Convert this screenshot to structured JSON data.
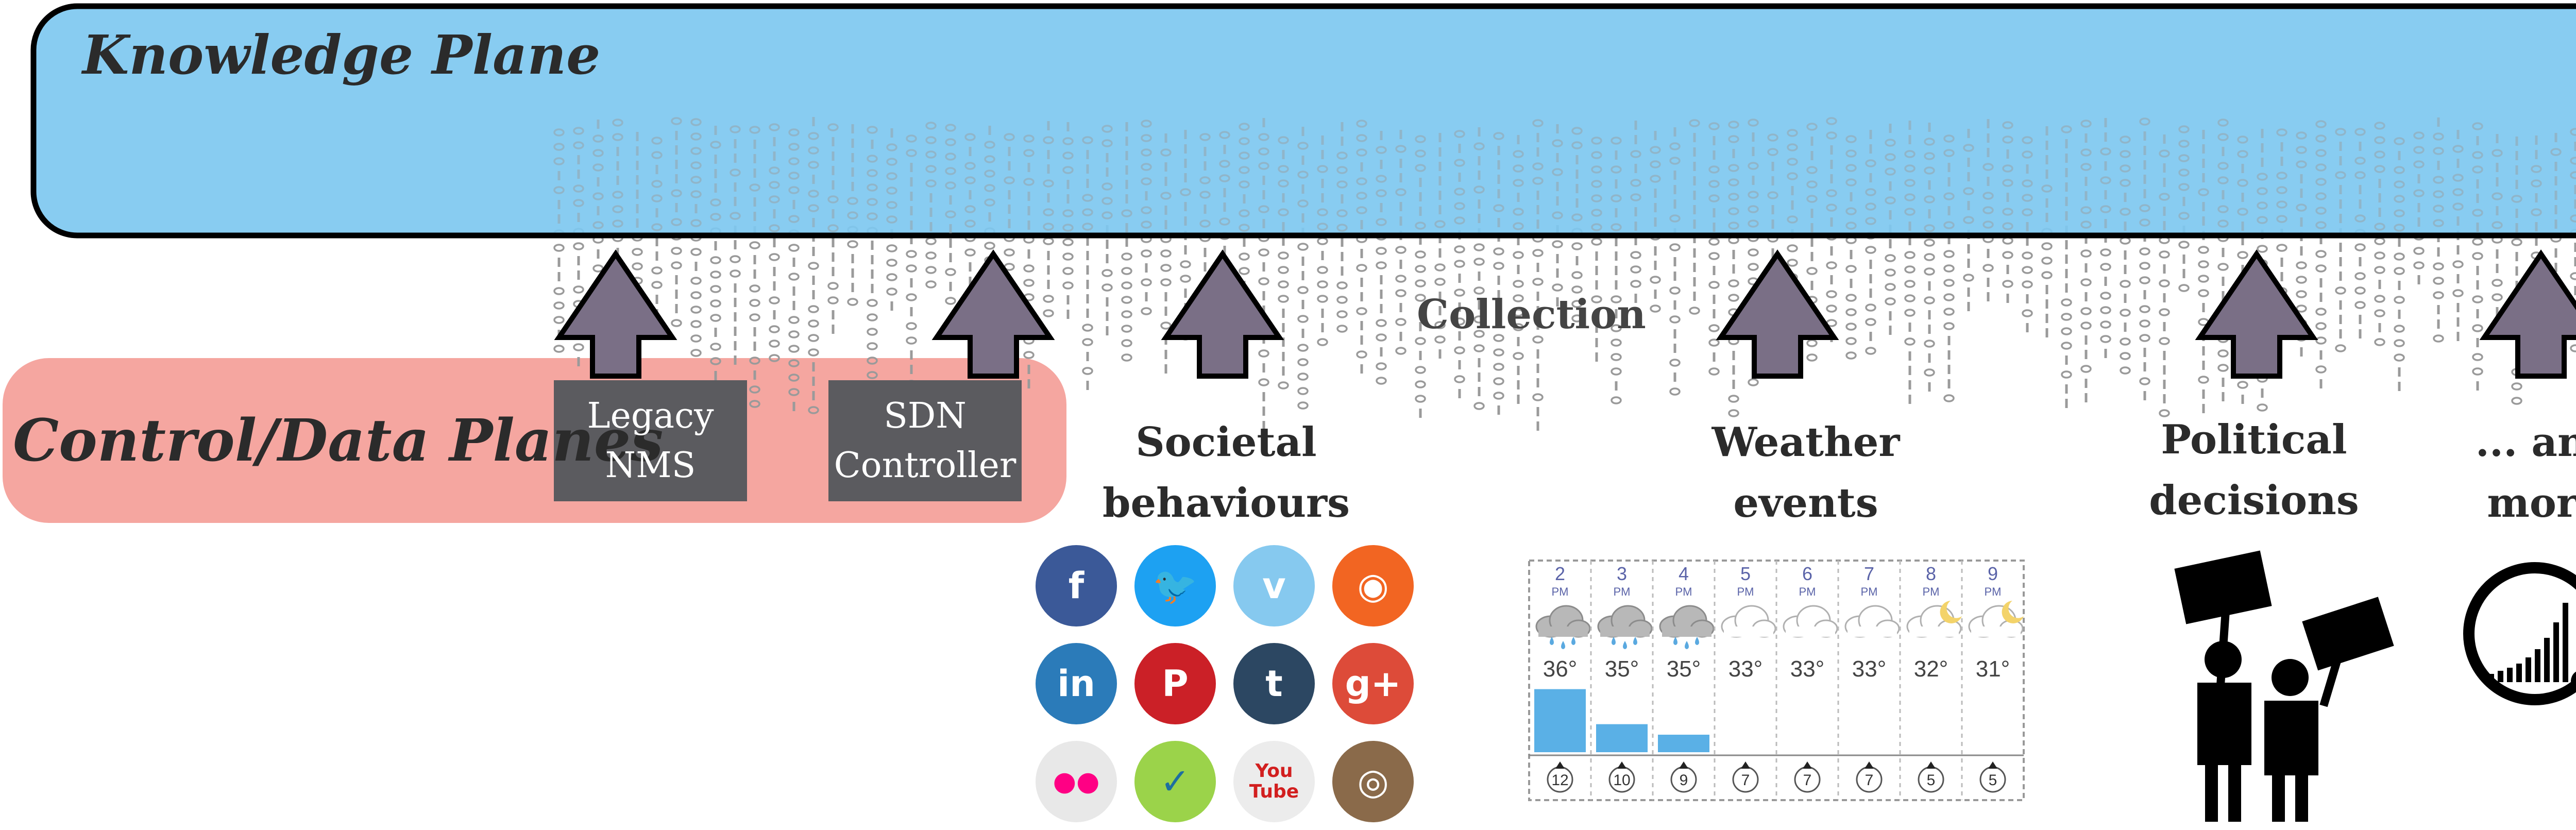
{
  "knowledge_plane": {
    "title": "Knowledge Plane",
    "color": "#7ec8f0"
  },
  "control_data_planes": {
    "title": "Control/Data Planes",
    "color": "#f5a6a0",
    "boxes": [
      {
        "line1": "Legacy",
        "line2": "NMS"
      },
      {
        "line1": "SDN",
        "line2": "Controller"
      }
    ]
  },
  "collection_label": "Collection",
  "categories": [
    {
      "line1": "Societal",
      "line2": "behaviours"
    },
    {
      "line1": "Weather",
      "line2": "events"
    },
    {
      "line1": "Political",
      "line2": "decisions"
    },
    {
      "line1": "... and",
      "line2": "more"
    }
  ],
  "social_icons": [
    {
      "name": "facebook-icon",
      "glyph": "f",
      "color": "#3b5998"
    },
    {
      "name": "twitter-icon",
      "glyph": "🐦",
      "color": "#1da1f2"
    },
    {
      "name": "vimeo-icon",
      "glyph": "v",
      "color": "#86c9ef"
    },
    {
      "name": "rss-icon",
      "glyph": "◉",
      "color": "#f26522"
    },
    {
      "name": "linkedin-icon",
      "glyph": "in",
      "color": "#2b7bb9"
    },
    {
      "name": "pinterest-icon",
      "glyph": "P",
      "color": "#cb2027"
    },
    {
      "name": "tumblr-icon",
      "glyph": "t",
      "color": "#2c4762"
    },
    {
      "name": "google-plus-icon",
      "glyph": "g+",
      "color": "#dd4b39"
    },
    {
      "name": "flickr-icon",
      "glyph": "●●",
      "color": "#e8e8e8"
    },
    {
      "name": "foursquare-icon",
      "glyph": "✓",
      "color": "#1cafec"
    },
    {
      "name": "youtube-icon",
      "glyph": "You Tube",
      "color": "#ececec"
    },
    {
      "name": "instagram-icon",
      "glyph": "◎",
      "color": "#8a6a4a"
    }
  ],
  "weather": {
    "columns": [
      {
        "hour": "2",
        "ampm": "PM",
        "icon": "rain-cloud-icon",
        "temp": "36°",
        "bar": 36,
        "wind": "12"
      },
      {
        "hour": "3",
        "ampm": "PM",
        "icon": "rain-cloud-icon",
        "temp": "35°",
        "bar": 16,
        "wind": "10"
      },
      {
        "hour": "4",
        "ampm": "PM",
        "icon": "rain-cloud-icon",
        "temp": "35°",
        "bar": 10,
        "wind": "9"
      },
      {
        "hour": "5",
        "ampm": "PM",
        "icon": "cloud-icon",
        "temp": "33°",
        "bar": 0,
        "wind": "7"
      },
      {
        "hour": "6",
        "ampm": "PM",
        "icon": "cloud-icon",
        "temp": "33°",
        "bar": 0,
        "wind": "7"
      },
      {
        "hour": "7",
        "ampm": "PM",
        "icon": "cloud-icon",
        "temp": "33°",
        "bar": 0,
        "wind": "7"
      },
      {
        "hour": "8",
        "ampm": "PM",
        "icon": "moon-cloud-icon",
        "temp": "32°",
        "bar": 0,
        "wind": "5"
      },
      {
        "hour": "9",
        "ampm": "PM",
        "icon": "moon-cloud-icon",
        "temp": "31°",
        "bar": 0,
        "wind": "5"
      }
    ]
  },
  "other_icons": {
    "protest": "protesters-icon",
    "search": "magnifier-signal-icon"
  }
}
